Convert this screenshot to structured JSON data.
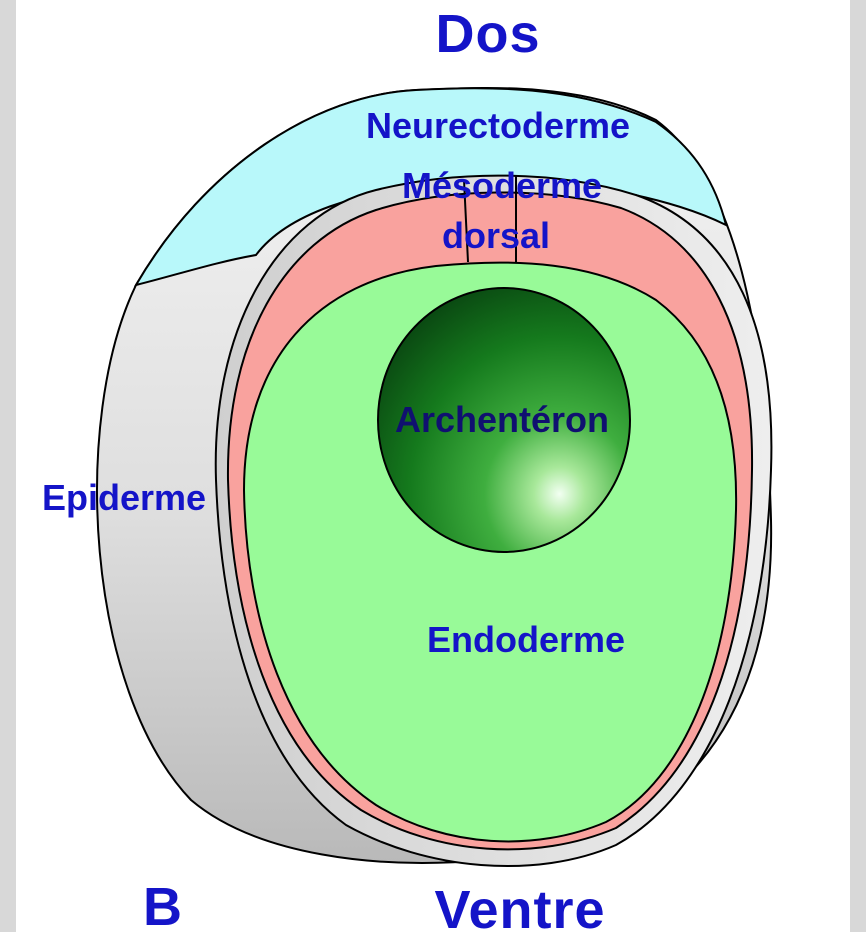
{
  "colors": {
    "background": "#d8d8d8",
    "canvas": "#ffffff",
    "label": "#1414c8",
    "neurectoderm": "#b8f8fa",
    "mesoderm": "#f9a29e",
    "endoderm": "#98fa98",
    "epiderm": "#e0e0e0",
    "archenteron": "#1f8a1f"
  },
  "diagram": {
    "top_label": "Dos",
    "bottom_label": "Ventre",
    "corner_label": "B",
    "layers": {
      "neurectoderm": "Neurectoderme",
      "mesoderm_line1": "Mésoderme",
      "mesoderm_line2": "dorsal",
      "archenteron": "Archentéron",
      "epiderm": "Epiderme",
      "endoderm": "Endoderme"
    }
  }
}
